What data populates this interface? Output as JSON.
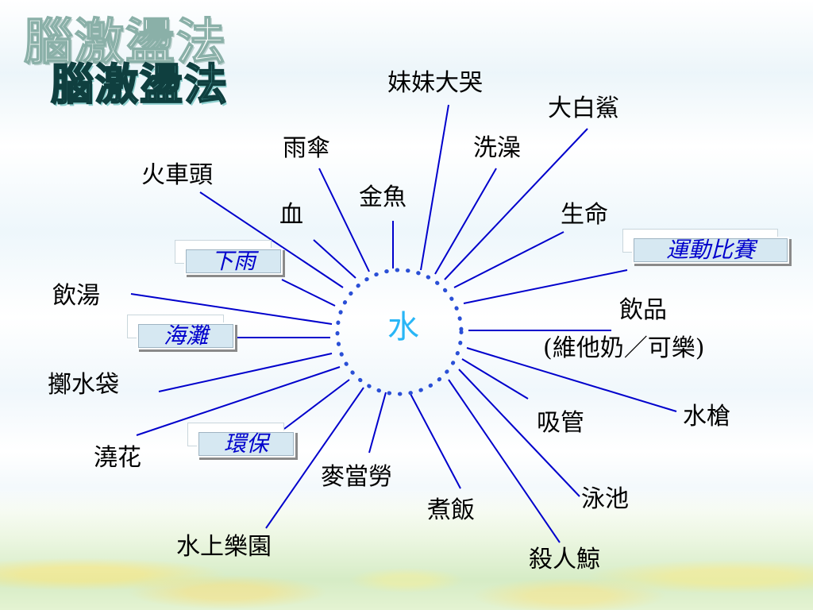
{
  "title": "腦激盪法",
  "title_shadow": "腦激盪法",
  "center": "水",
  "categories": {
    "rain": "下雨",
    "beach": "海灘",
    "environment": "環保",
    "sports": "運動比賽"
  },
  "words": {
    "sister_cry": "妹妹大哭",
    "shark": "大白鯊",
    "umbrella": "雨傘",
    "bath": "洗澡",
    "train": "火車頭",
    "goldfish": "金魚",
    "blood": "血",
    "life": "生命",
    "soup": "飲湯",
    "drink_line1": "飲品",
    "drink_line2": "(維他奶／可樂)",
    "water_bomb": "擲水袋",
    "straw": "吸管",
    "water_gun": "水槍",
    "watering": "澆花",
    "mcdonalds": "麥當勞",
    "cooking": "煮飯",
    "pool": "泳池",
    "water_park": "水上樂園",
    "killer_whale": "殺人鯨"
  },
  "colors": {
    "line": "#0000cc",
    "center_text": "#29b6f6",
    "category_text": "#0000cc",
    "title_fill": "#5fb6b6"
  }
}
